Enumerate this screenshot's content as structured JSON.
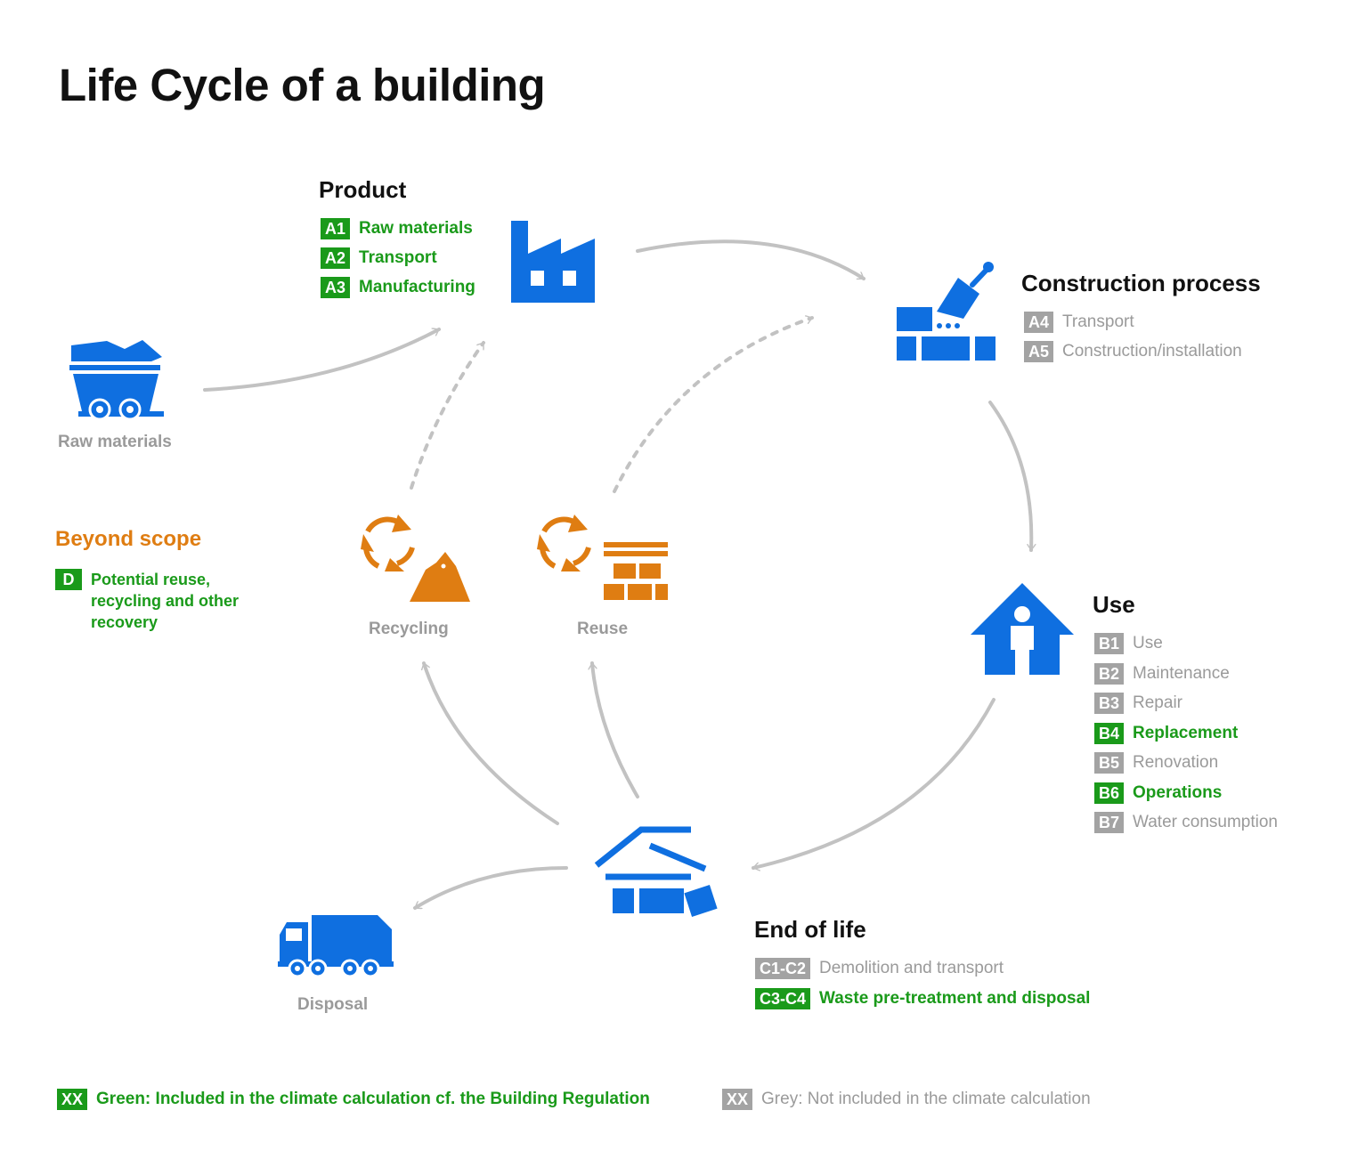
{
  "title": "Life Cycle of a building",
  "colors": {
    "blue": "#0f6fe0",
    "orange": "#df7d12",
    "green": "#1a9a1a",
    "grey": "#a3a3a3",
    "arrow": "#c2c2c2"
  },
  "product": {
    "title": "Product",
    "items": [
      {
        "code": "A1",
        "label": "Raw materials",
        "status": "green"
      },
      {
        "code": "A2",
        "label": "Transport",
        "status": "green"
      },
      {
        "code": "A3",
        "label": "Manufacturing",
        "status": "green"
      }
    ],
    "icon": "factory-icon"
  },
  "construction": {
    "title": "Construction process",
    "items": [
      {
        "code": "A4",
        "label": "Transport",
        "status": "grey"
      },
      {
        "code": "A5",
        "label": "Construction/installation",
        "status": "grey"
      }
    ],
    "icon": "bricks-trowel-icon"
  },
  "use": {
    "title": "Use",
    "items": [
      {
        "code": "B1",
        "label": "Use",
        "status": "grey"
      },
      {
        "code": "B2",
        "label": "Maintenance",
        "status": "grey"
      },
      {
        "code": "B3",
        "label": "Repair",
        "status": "grey"
      },
      {
        "code": "B4",
        "label": "Replacement",
        "status": "green"
      },
      {
        "code": "B5",
        "label": "Renovation",
        "status": "grey"
      },
      {
        "code": "B6",
        "label": "Operations",
        "status": "green"
      },
      {
        "code": "B7",
        "label": "Water consumption",
        "status": "grey"
      }
    ],
    "icon": "house-person-icon"
  },
  "end_of_life": {
    "title": "End of life",
    "items": [
      {
        "code": "C1-C2",
        "label": "Demolition and transport",
        "status": "grey"
      },
      {
        "code": "C3-C4",
        "label": "Waste pre-treatment and disposal",
        "status": "green"
      }
    ],
    "icon": "demolished-building-icon"
  },
  "nodes": {
    "raw_materials": {
      "label": "Raw materials",
      "icon": "mine-cart-icon"
    },
    "recycling": {
      "label": "Recycling",
      "icon": "recycle-pile-icon"
    },
    "reuse": {
      "label": "Reuse",
      "icon": "recycle-bricks-icon"
    },
    "disposal": {
      "label": "Disposal",
      "icon": "garbage-truck-icon"
    }
  },
  "beyond_scope": {
    "title": "Beyond scope",
    "code": "D",
    "label": "Potential reuse, recycling and other recovery",
    "status": "green"
  },
  "legend": {
    "green_code": "XX",
    "green_label": "Green: Included in the climate calculation cf. the Building Regulation",
    "grey_code": "XX",
    "grey_label": "Grey: Not included in the climate calculation"
  }
}
